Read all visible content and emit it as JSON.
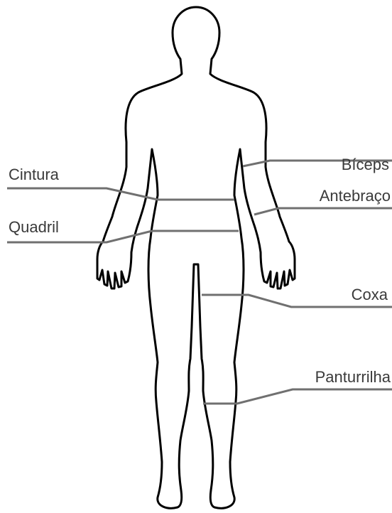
{
  "labels": {
    "cintura": "Cintura",
    "quadril": "Quadril",
    "biceps": "Bíceps",
    "antebraco": "Antebraço",
    "coxa": "Coxa",
    "panturrilha": "Panturrilha"
  },
  "colors": {
    "outline": "#000000",
    "leader_line": "#707070",
    "text": "#3a3a3a",
    "background": "#ffffff"
  }
}
